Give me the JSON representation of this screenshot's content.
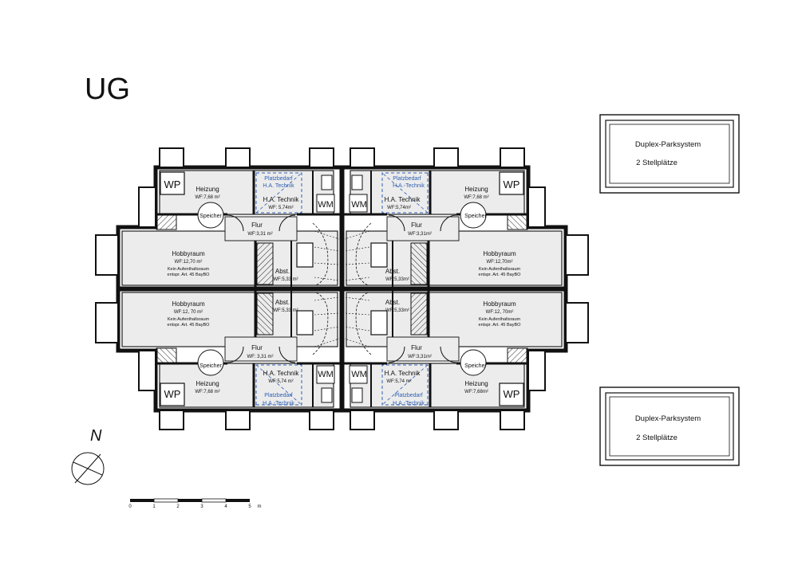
{
  "floor_label": "UG",
  "north_label": "N",
  "scale_bar": {
    "ticks": [
      "0",
      "1",
      "2",
      "3",
      "4",
      "5"
    ],
    "unit": "m"
  },
  "parking": [
    {
      "title": "Duplex-Parksystem",
      "spaces": "2 Stellplätze"
    },
    {
      "title": "Duplex-Parksystem",
      "spaces": "2 Stellplätze"
    }
  ],
  "units": [
    {
      "wp": "WP",
      "heizung": "Heizung",
      "heizung_area": "WF:7,68 m²",
      "platzbedarf": "Platzbedarf",
      "ha_technik_blue": "H.A. Technik",
      "ha_technik": "H.A. Technik",
      "ha_technik_area": "WF: 5,74m²",
      "wm": "WM",
      "speicher": "Speicher",
      "flur": "Flur",
      "flur_area": "WF:3,31 m²",
      "hobby": "Hobbyraum",
      "hobby_area": "WF:12,70 m²",
      "hobby_note1": "Kein  Aufenthaltsraum",
      "hobby_note2": "entspr.  Art.  45  BayBO",
      "abst": "Abst.",
      "abst_area": "WF:5,33 m²"
    },
    {
      "wp": "WP",
      "heizung": "Heizung",
      "heizung_area": "WF:7,68 m²",
      "platzbedarf": "Platzbedarf",
      "ha_technik_blue": "H.A.-Technik",
      "ha_technik": "H.A. Technik",
      "ha_technik_area": "WF:5,74m²",
      "wm": "WM",
      "speicher": "Speicher",
      "flur": "Flur",
      "flur_area": "WF:3,31m²",
      "hobby": "Hobbyraum",
      "hobby_area": "WF:12,70m²",
      "hobby_note1": "Kein  Aufenthaltsraum",
      "hobby_note2": "entspr.  Art.  45  BayBO",
      "abst": "Abst.",
      "abst_area": "WF:5,33m²"
    },
    {
      "wp": "WP",
      "heizung": "Heizung",
      "heizung_area": "WF:7,68 m²",
      "platzbedarf": "Platzbedarf",
      "ha_technik_blue": "H.A.-Technik",
      "ha_technik": "H.A. Technik",
      "ha_technik_area": "WF:5,74 m²",
      "wm": "WM",
      "speicher": "Speicher",
      "flur": "Flur",
      "flur_area": "WF: 3,31 m²",
      "hobby": "Hobbyraum",
      "hobby_area": "WF:12, 70 m²",
      "hobby_note1": "Kein Aufenthaltsraum",
      "hobby_note2": "entspr. Art. 45 BayBO",
      "abst": "Abst.",
      "abst_area": "WF:5,33 m²"
    },
    {
      "wp": "WP",
      "heizung": "Heizung",
      "heizung_area": "WF:7,68m²",
      "platzbedarf": "Platzbedarf",
      "ha_technik_blue": "H.A.-Technik",
      "ha_technik": "H.A. Technik",
      "ha_technik_area": "WF:5,74 m²",
      "wm": "WM",
      "speicher": "Speicher",
      "flur": "Flur",
      "flur_area": "WF:3,31m²",
      "hobby": "Hobbyraum",
      "hobby_area": "WF:12, 70m²",
      "hobby_note1": "Kein Aufenthaltsraum",
      "hobby_note2": "entspr. Art. 45 BayBO",
      "abst": "Abst.",
      "abst_area": "WF:5,33m²"
    }
  ]
}
